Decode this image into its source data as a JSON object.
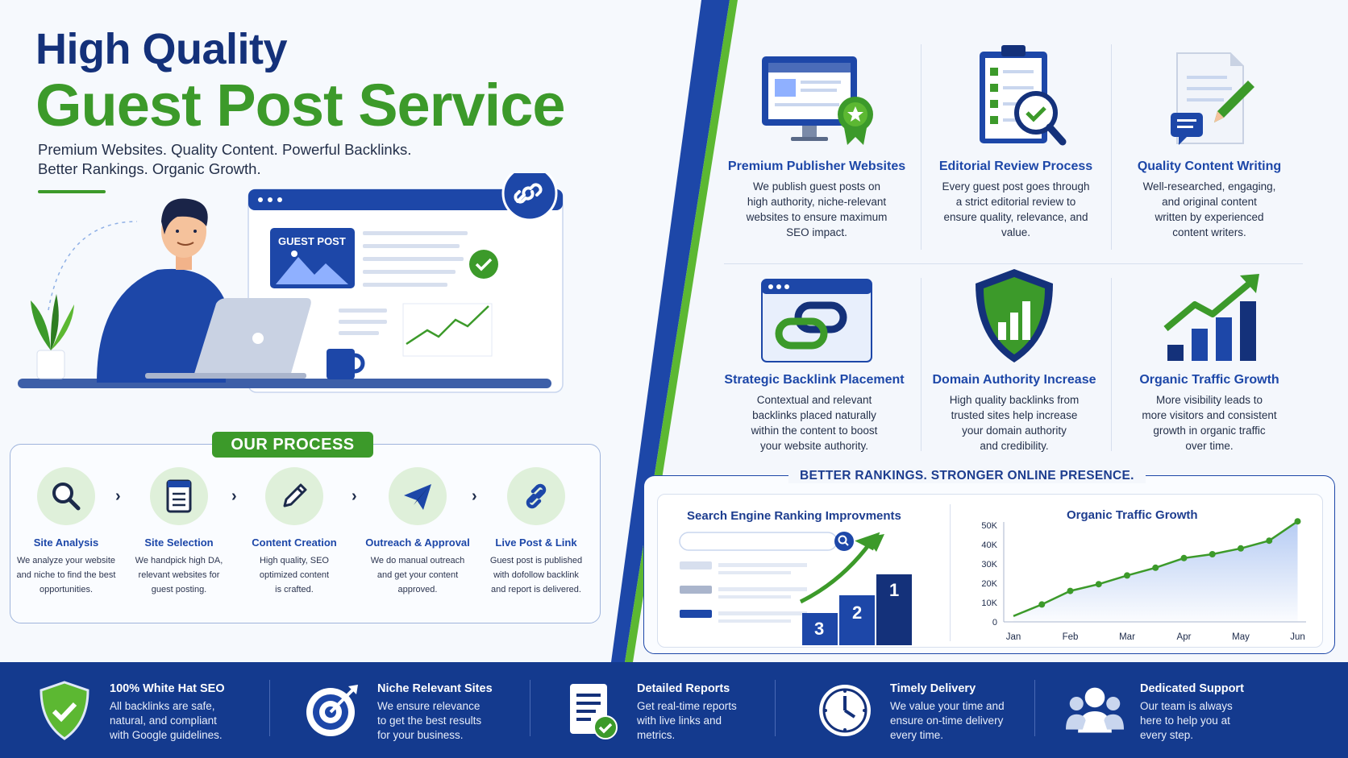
{
  "header": {
    "title_line1": "High Quality",
    "title_line2": "Guest Post Service",
    "tagline_line1": "Premium Websites. Quality Content. Powerful Backlinks.",
    "tagline_line2": "Better Rankings. Organic Growth."
  },
  "hero": {
    "card_label": "GUEST POST"
  },
  "process": {
    "heading": "OUR PROCESS",
    "steps": [
      {
        "title": "Site Analysis",
        "desc1": "We analyze your website",
        "desc2": "and niche to find the best",
        "desc3": "opportunities.",
        "icon": "magnifier-icon"
      },
      {
        "title": "Site Selection",
        "desc1": "We handpick high DA,",
        "desc2": "relevant websites for",
        "desc3": "guest posting.",
        "icon": "checklist-icon"
      },
      {
        "title": "Content Creation",
        "desc1": "High quality, SEO",
        "desc2": "optimized content",
        "desc3": "is crafted.",
        "icon": "pencil-icon"
      },
      {
        "title": "Outreach & Approval",
        "desc1": "We do manual outreach",
        "desc2": "and get your content",
        "desc3": "approved.",
        "icon": "paper-plane-icon"
      },
      {
        "title": "Live Post & Link",
        "desc1": "Guest post is published",
        "desc2": "with dofollow backlink",
        "desc3": "and report is delivered.",
        "icon": "link-icon"
      }
    ]
  },
  "features": [
    {
      "title": "Premium Publisher Websites",
      "lines": [
        "We publish guest posts on",
        "high authority, niche-relevant",
        "websites to ensure maximum",
        "SEO impact."
      ],
      "icon": "monitor-award-icon"
    },
    {
      "title": "Editorial Review Process",
      "lines": [
        "Every guest post goes through",
        "a strict editorial review to",
        "ensure quality, relevance, and",
        "value."
      ],
      "icon": "clipboard-magnifier-icon"
    },
    {
      "title": "Quality Content Writing",
      "lines": [
        "Well-researched, engaging,",
        "and original content",
        "written by experienced",
        "content writers."
      ],
      "icon": "document-pen-icon"
    },
    {
      "title": "Strategic Backlink Placement",
      "lines": [
        "Contextual and relevant",
        "backlinks placed naturally",
        "within the content to boost",
        "your website authority."
      ],
      "icon": "browser-link-icon"
    },
    {
      "title": "Domain Authority Increase",
      "lines": [
        "High quality backlinks from",
        "trusted sites help increase",
        "your domain authority",
        "and credibility."
      ],
      "icon": "shield-chart-icon"
    },
    {
      "title": "Organic Traffic Growth",
      "lines": [
        "More visibility leads to",
        "more visitors and consistent",
        "growth in organic traffic",
        "over time."
      ],
      "icon": "bar-growth-icon"
    }
  ],
  "rankings": {
    "heading": "BETTER RANKINGS. STRONGER ONLINE PRESENCE.",
    "left_title": "Search Engine Ranking Improvments",
    "podium": [
      "3",
      "2",
      "1"
    ],
    "right_title": "Organic Traffic Growth"
  },
  "chart_data": {
    "type": "line",
    "title": "Organic Traffic Growth",
    "x": [
      "Jan",
      "Feb",
      "Mar",
      "Apr",
      "May",
      "Jun"
    ],
    "yticks": [
      "50K",
      "40K",
      "30K",
      "20K",
      "10K",
      "0"
    ],
    "ylim": [
      0,
      50000
    ],
    "series": [
      {
        "values": [
          3000,
          9000,
          16000,
          19500,
          24000,
          28000,
          33000,
          35000,
          38000,
          42000,
          52000
        ]
      }
    ],
    "series_x": [
      0,
      0.5,
      1,
      1.5,
      2,
      2.5,
      3,
      3.5,
      4,
      4.5,
      5
    ],
    "area_fill": true,
    "colors": {
      "line": "#3c9a2a",
      "area": "#aec6f2"
    }
  },
  "footer": [
    {
      "title": "100% White Hat SEO",
      "lines": [
        "All backlinks are safe,",
        "natural, and compliant",
        "with Google guidelines."
      ],
      "icon": "shield-check-icon"
    },
    {
      "title": "Niche Relevant Sites",
      "lines": [
        "We ensure relevance",
        "to get the best results",
        "for your business."
      ],
      "icon": "target-icon"
    },
    {
      "title": "Detailed Reports",
      "lines": [
        "Get real-time reports",
        "with live links and",
        "metrics."
      ],
      "icon": "report-icon"
    },
    {
      "title": "Timely Delivery",
      "lines": [
        "We value your time and",
        "ensure on-time delivery",
        "every time."
      ],
      "icon": "clock-icon"
    },
    {
      "title": "Dedicated Support",
      "lines": [
        "Our team is always",
        "here to help you at",
        "every step."
      ],
      "icon": "team-icon"
    }
  ],
  "colors": {
    "navy": "#14317a",
    "blue": "#1d47a8",
    "green": "#3c9a2a"
  }
}
